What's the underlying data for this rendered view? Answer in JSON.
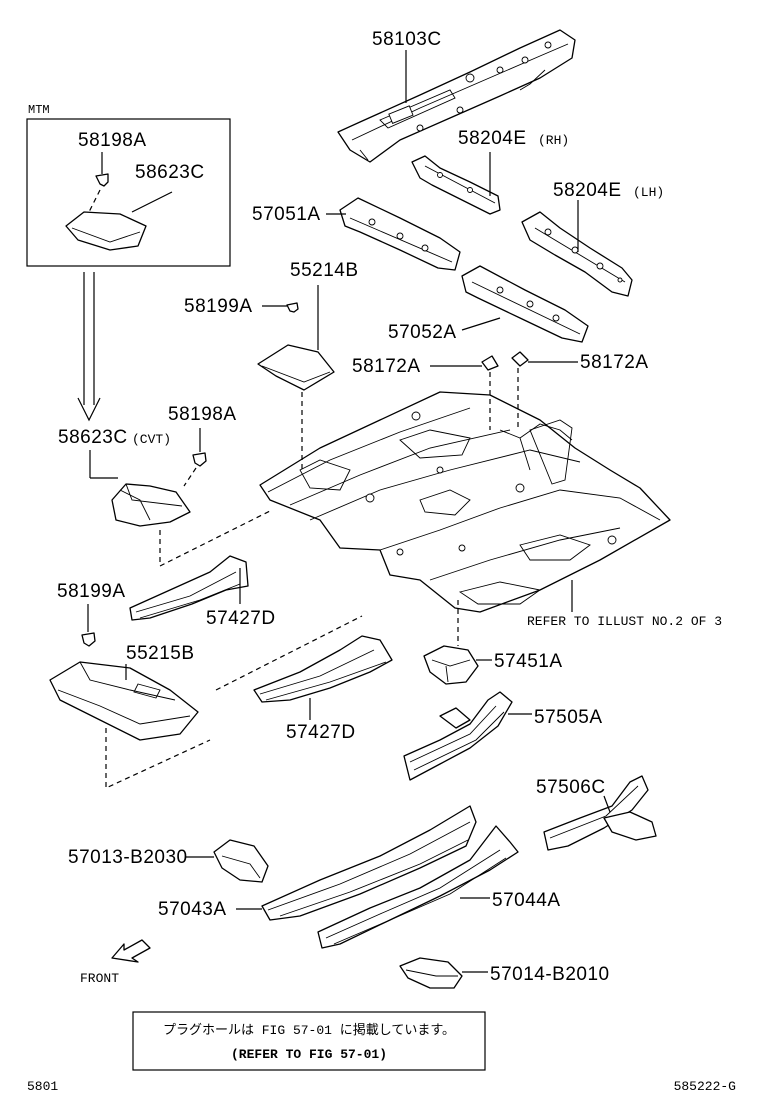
{
  "callouts": {
    "p58103C": "58103C",
    "p58204E_rh": "58204E",
    "rh": "(RH)",
    "p58204E_lh": "58204E",
    "lh": "(LH)",
    "p57051A": "57051A",
    "p55214B": "55214B",
    "p58199A_top": "58199A",
    "p57052A": "57052A",
    "p58172A_left": "58172A",
    "p58172A_right": "58172A",
    "p58198A_box": "58198A",
    "p58623C_box": "58623C",
    "mtm": "MTM",
    "p58623C_cvt": "58623C",
    "cvt": "(CVT)",
    "p58198A": "58198A",
    "p58199A_low": "58199A",
    "p57427D_top": "57427D",
    "p55215B": "55215B",
    "p57427D_low": "57427D",
    "p57451A": "57451A",
    "p57505A": "57505A",
    "p57506C": "57506C",
    "p57013": "57013-B2030",
    "p57043A": "57043A",
    "p57044A": "57044A",
    "p57014": "57014-B2010"
  },
  "notes": {
    "refer_illust": "REFER TO ILLUST NO.2 OF 3",
    "front": "FRONT",
    "jp_note": "プラグホールは FIG 57-01 に掲載しています。",
    "en_note": "(REFER TO FIG 57-01)"
  },
  "footer": {
    "left": "5801",
    "right": "585222-G"
  }
}
